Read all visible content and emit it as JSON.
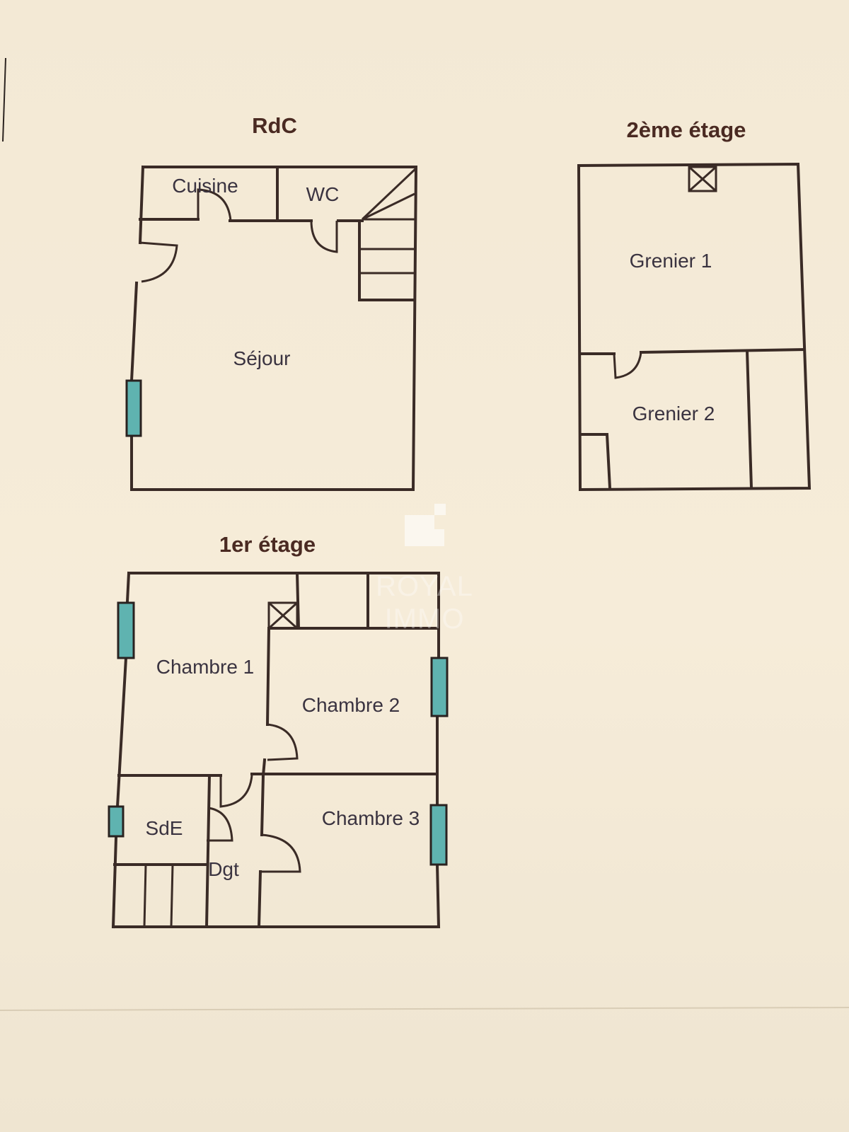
{
  "floors": {
    "rdc": {
      "title": "RdC",
      "rooms": {
        "cuisine": "Cuisine",
        "wc": "WC",
        "sejour": "Séjour"
      }
    },
    "first": {
      "title": "1er étage",
      "rooms": {
        "chambre1": "Chambre 1",
        "chambre2": "Chambre 2",
        "chambre3": "Chambre 3",
        "sde": "SdE",
        "dgt": "Dgt"
      }
    },
    "second": {
      "title": "2ème étage",
      "rooms": {
        "grenier1": "Grenier 1",
        "grenier2": "Grenier 2"
      }
    }
  },
  "watermark": {
    "line1": "ROYAL",
    "line2": "IMMO"
  },
  "colors": {
    "paper": "#f4ead6",
    "wall": "#3a2b26",
    "window": "#5fb3b0",
    "label": "#3a3340",
    "title": "#4a2a22"
  }
}
